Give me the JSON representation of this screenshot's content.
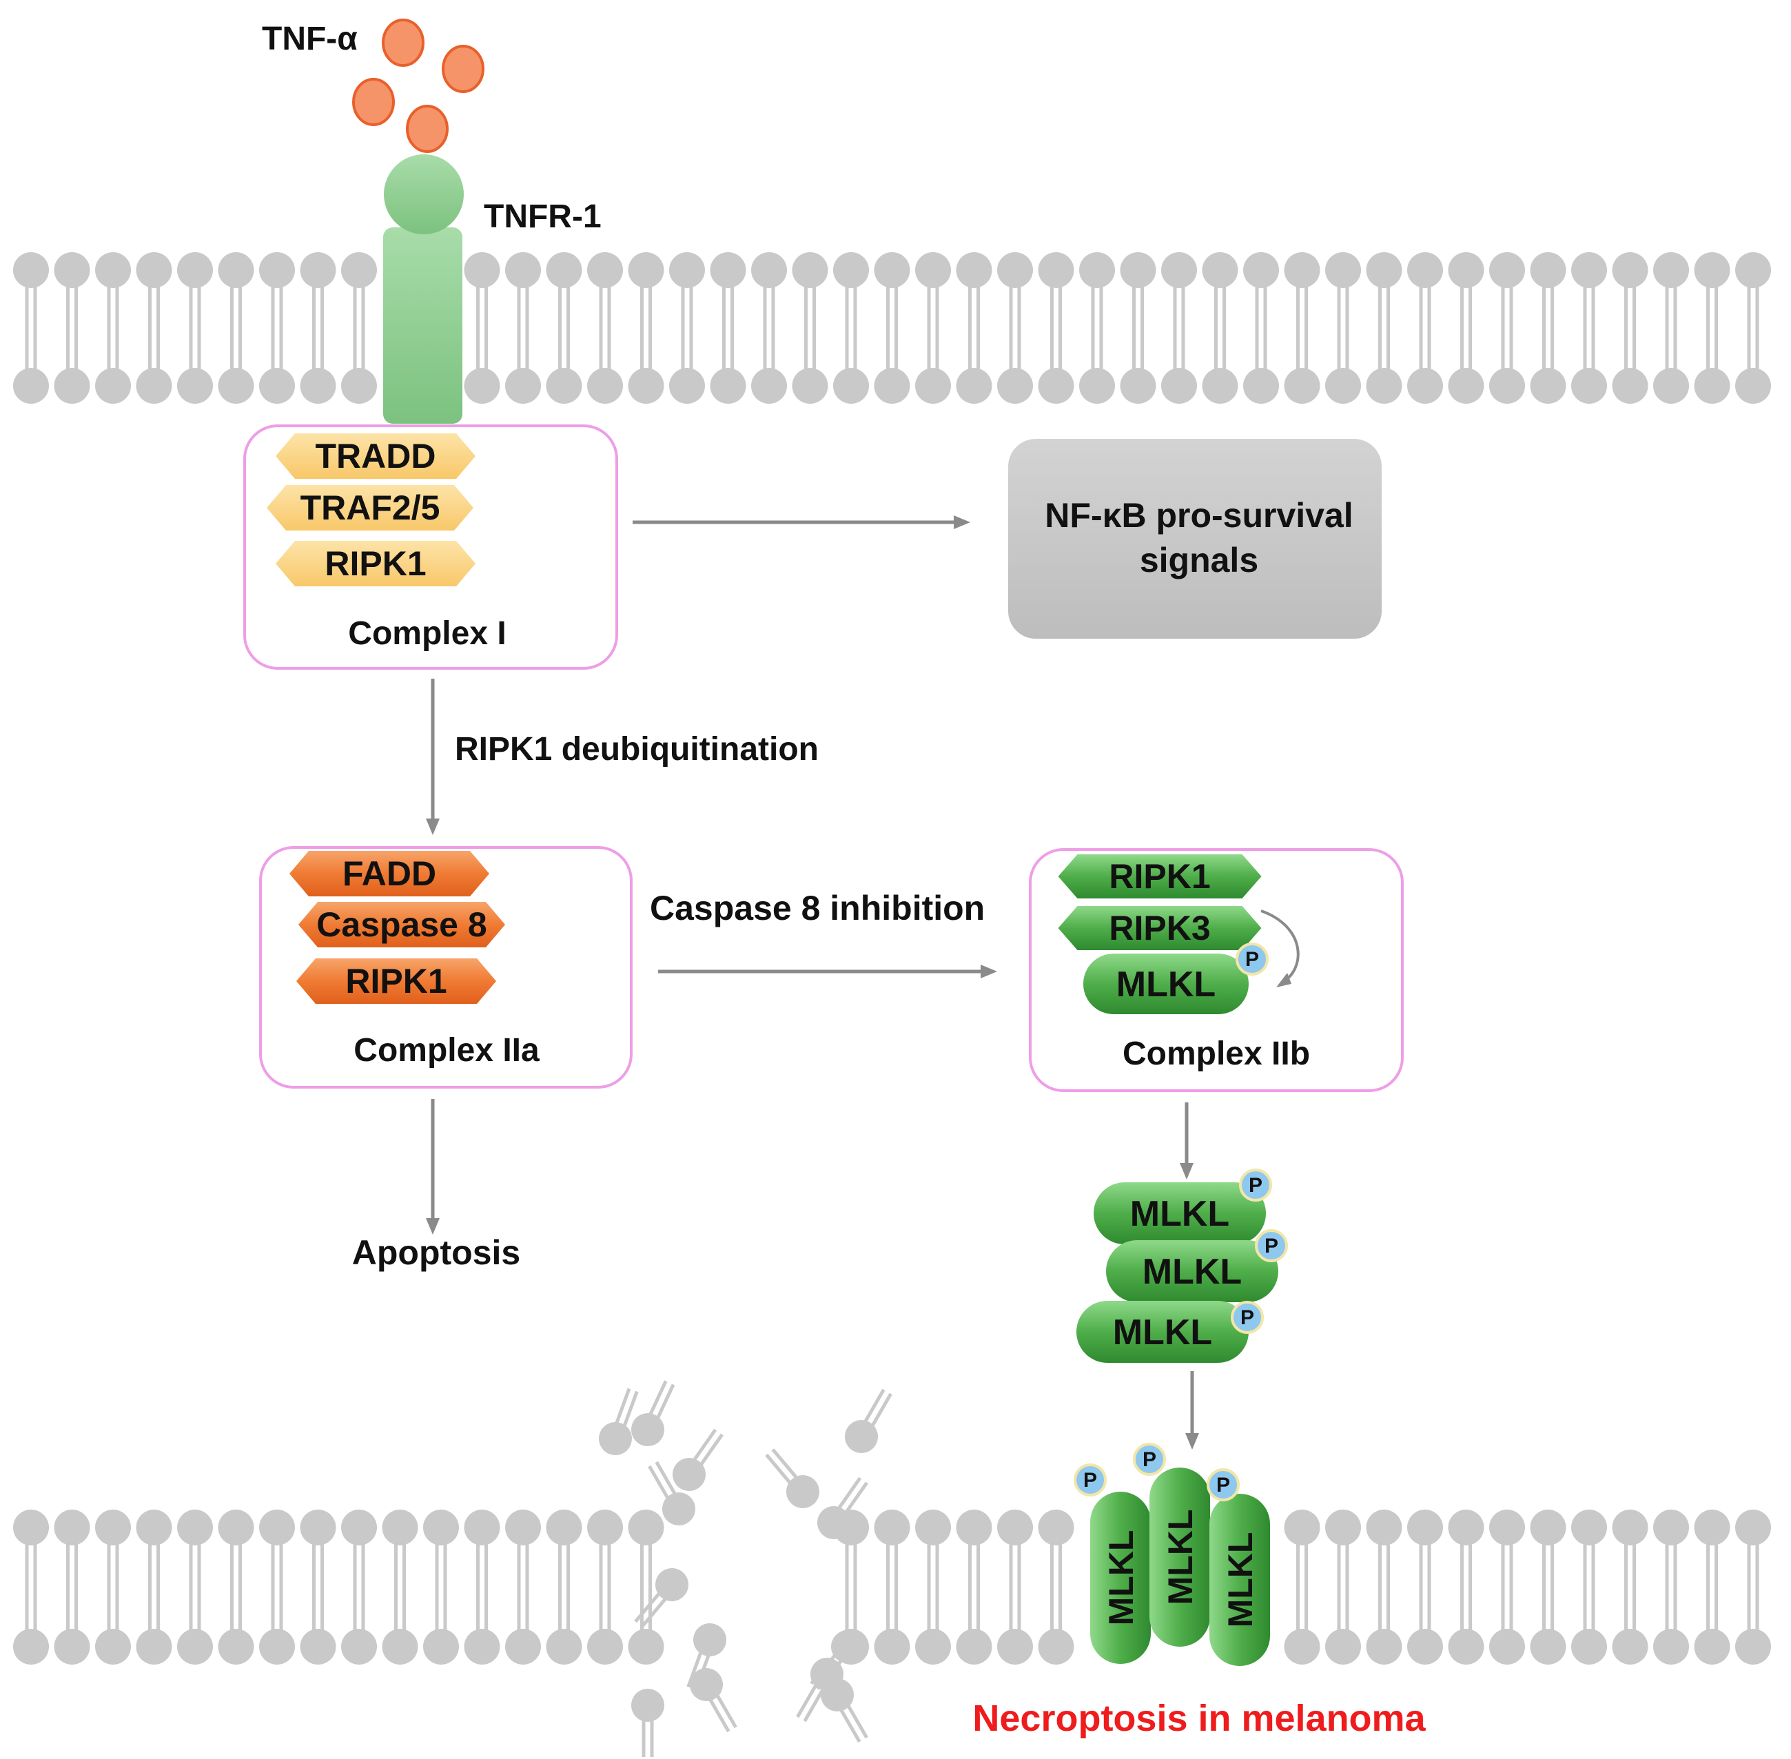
{
  "colors": {
    "membrane": "#c9c9c9",
    "ligand_fill": "#f59468",
    "ligand_stroke": "#e8602c",
    "receptor": "#8fcf94",
    "complex_border": "#ee9ee6",
    "complex1_protein": "#fbd48a",
    "complex2a_protein": "#f07b34",
    "green_protein": "#4fae4a",
    "phospho": "#8ec8ee",
    "nfkb_box": "#c7c7c7",
    "arrow": "#8a8a8a",
    "necroptosis_text": "#ee1c1c"
  },
  "labels": {
    "tnf_alpha": "TNF-α",
    "tnfr1": "TNFR-1",
    "complex1_title": "Complex I",
    "nfkb_line1": "NF-κB pro-survival",
    "nfkb_line2": "signals",
    "deubiquitination": "RIPK1 deubiquitination",
    "caspase_inhibition": "Caspase 8 inhibition",
    "complex2a_title": "Complex IIa",
    "complex2b_title": "Complex IIb",
    "apoptosis": "Apoptosis",
    "necroptosis": "Necroptosis in melanoma",
    "phospho": "P"
  },
  "complex1_proteins": [
    "TRADD",
    "TRAF2/5",
    "RIPK1"
  ],
  "complex2a_proteins": [
    "FADD",
    "Caspase 8",
    "RIPK1"
  ],
  "complex2b_proteins": [
    "RIPK1",
    "RIPK3",
    "MLKL"
  ],
  "mlkl_stack": [
    "MLKL",
    "MLKL",
    "MLKL"
  ],
  "mlkl_pore": [
    "MLKL",
    "MLKL",
    "MLKL"
  ]
}
